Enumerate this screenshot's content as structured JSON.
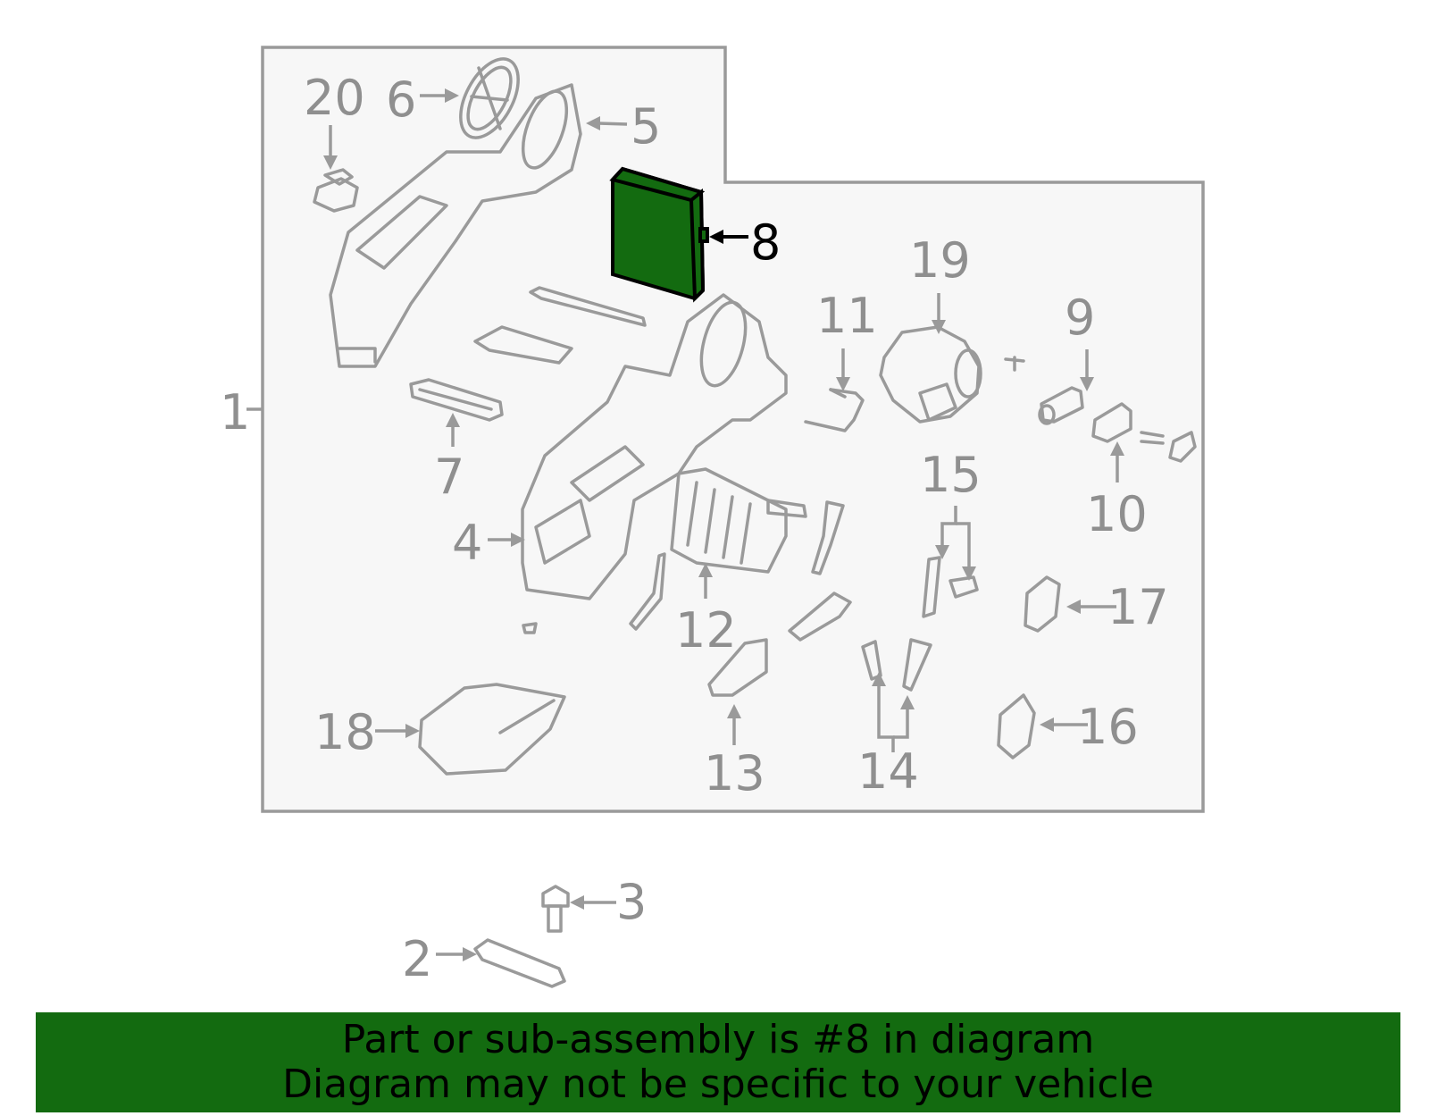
{
  "callouts": {
    "c1": "1",
    "c2": "2",
    "c3": "3",
    "c4": "4",
    "c5": "5",
    "c6": "6",
    "c7": "7",
    "c8": "8",
    "c9": "9",
    "c10": "10",
    "c11": "11",
    "c12": "12",
    "c13": "13",
    "c14": "14",
    "c15": "15",
    "c16": "16",
    "c17": "17",
    "c18": "18",
    "c19": "19",
    "c20": "20"
  },
  "highlighted_part": "8",
  "colors": {
    "highlight": "#136b10",
    "line": "#9a9a9a",
    "panel": "#f7f7f7"
  },
  "banner": {
    "line1": "Part or sub-assembly is #8 in diagram",
    "line2": "Diagram may not be specific to your vehicle"
  }
}
